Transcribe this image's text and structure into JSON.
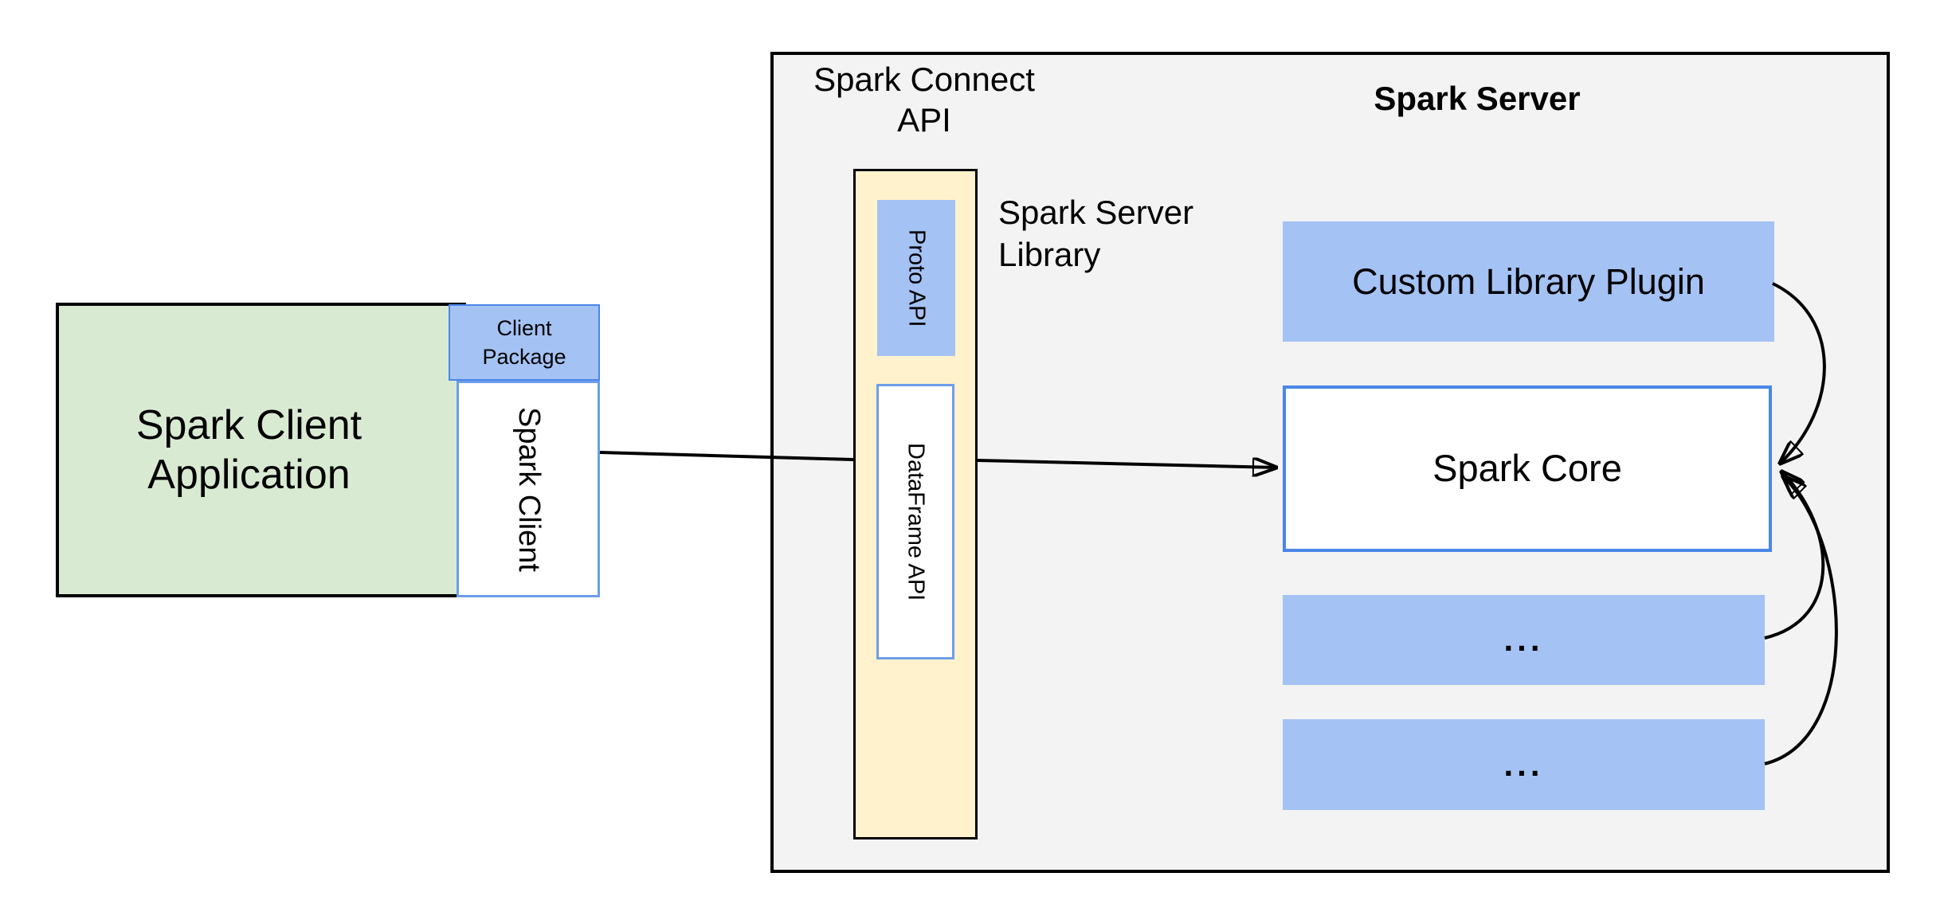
{
  "colors": {
    "green": "#d9ead3",
    "blue": "#a4c2f4",
    "cream": "#fff2cc",
    "gray": "#f3f3f3",
    "blue_border": "#4a86e8",
    "blue_border_light": "#6d9eeb"
  },
  "client": {
    "app_label": "Spark Client Application",
    "package_label": "Client Package",
    "client_label": "Spark Client"
  },
  "connect": {
    "api_label": "Spark Connect API",
    "proto_label": "Proto API",
    "dataframe_label": "DataFrame API",
    "server_library_label": "Spark Server Library"
  },
  "server": {
    "title": "Spark Server",
    "plugin_label": "Custom Library Plugin",
    "core_label": "Spark Core",
    "ellipsis_top": "...",
    "ellipsis_bottom": "..."
  }
}
